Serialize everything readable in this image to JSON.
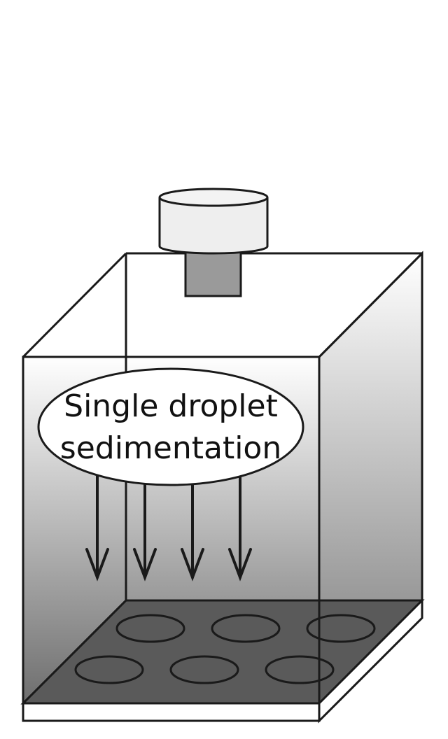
{
  "label": {
    "line1": "Single droplet",
    "line2": "sedimentation"
  },
  "colors": {
    "stroke": "#1a1a1a",
    "gradient_top": "#ffffff",
    "gradient_bottom": "#6e6e6e",
    "floor": "#555555",
    "cap": "#eeeeee",
    "nozzle": "#9a9a9a",
    "base": "#ffffff"
  },
  "icons": {
    "arrow": "down-arrow-icon",
    "well": "well-icon"
  },
  "counts": {
    "arrows": 4,
    "wells": 6
  }
}
